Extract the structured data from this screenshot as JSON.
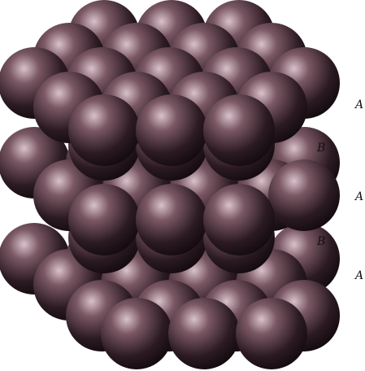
{
  "diagram": {
    "layer_labels": [
      "A",
      "B",
      "A",
      "B",
      "A"
    ],
    "colors": {
      "atom_highlight": "#d9c2cb",
      "atom_mid": "#7a5864",
      "atom_dark": "#2b1a22",
      "atom_edge": "#120a0e",
      "inner_shadow": "#5a1420",
      "background": "#ffffff"
    }
  }
}
